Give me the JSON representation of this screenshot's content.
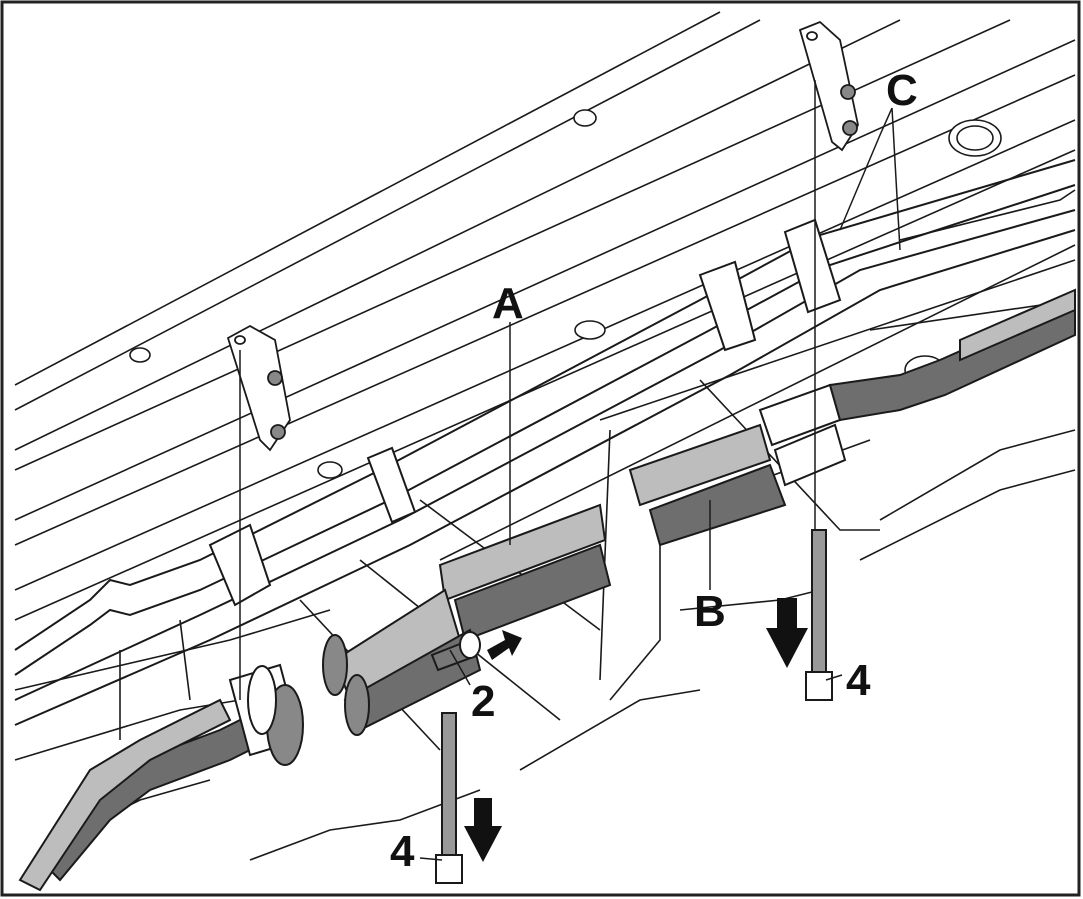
{
  "labels": {
    "a": "A",
    "b": "B",
    "c": "C",
    "screw_2": "2",
    "bolt_4_right": "4",
    "bolt_4_left": "4"
  },
  "colors": {
    "line": "#1a1a1a",
    "hose_dark": "#6e6e6e",
    "hose_light": "#bdbdbd",
    "background": "#ffffff"
  }
}
